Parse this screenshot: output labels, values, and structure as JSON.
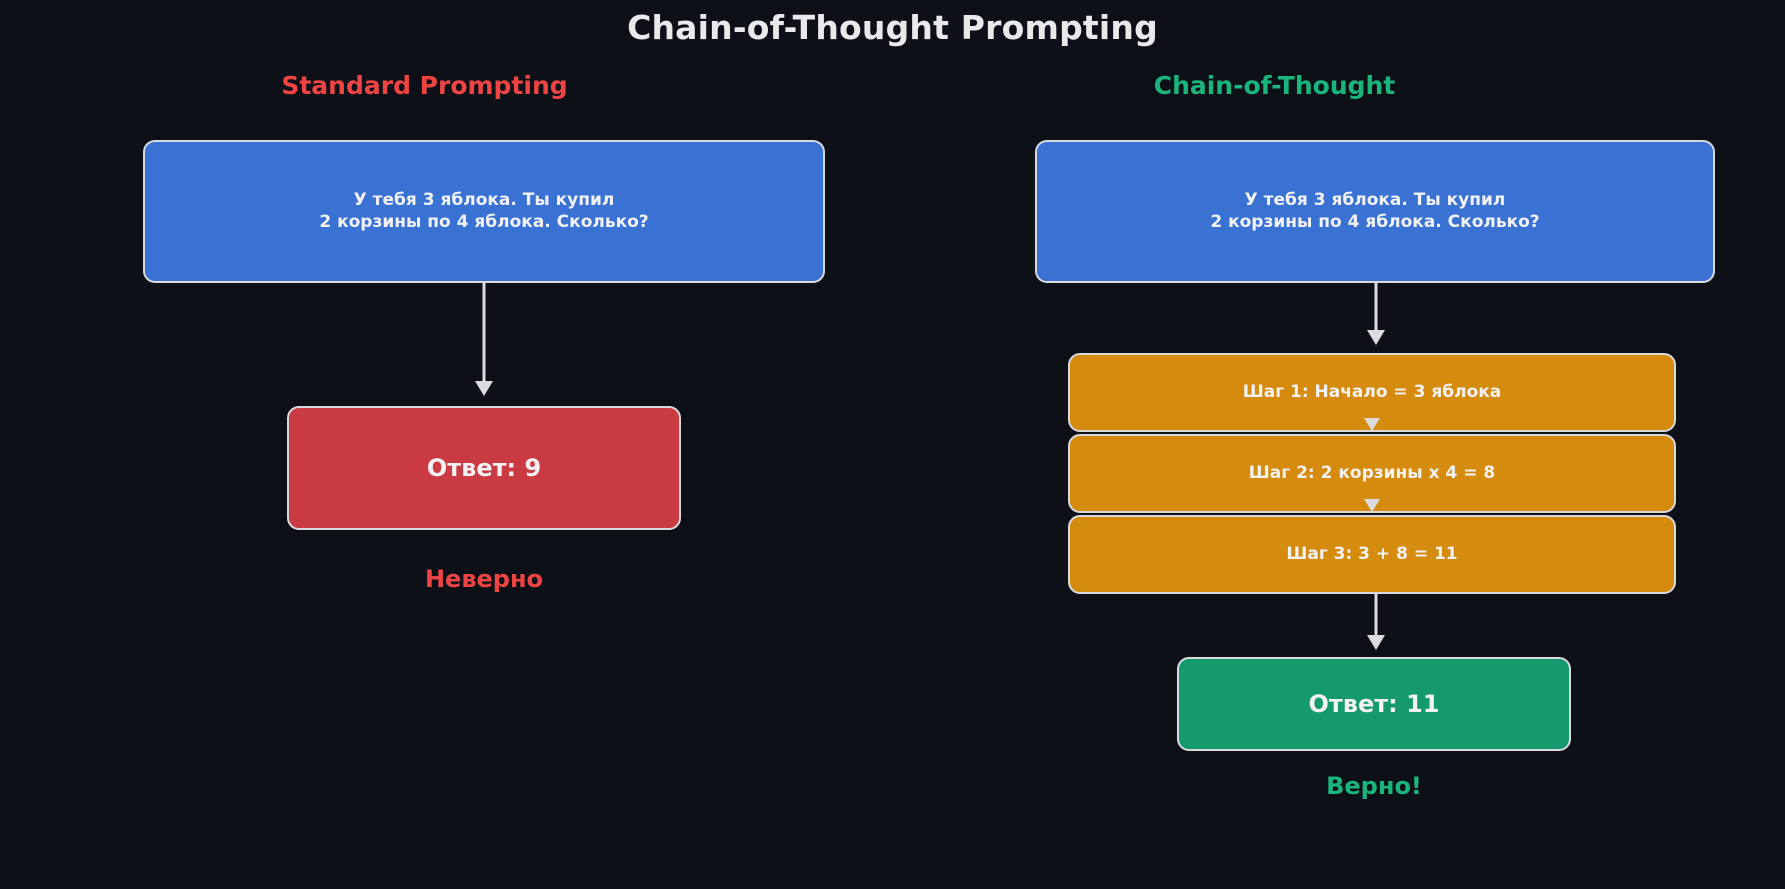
{
  "title": "Chain-of-Thought Prompting",
  "columns": {
    "left": {
      "heading": "Standard Prompting",
      "heading_color": "#ef4444",
      "prompt": "У тебя 3 яблока. Ты купил\n2 корзины по 4 яблока. Сколько?",
      "prompt_line_1": "У тебя 3 яблока. Ты купил",
      "prompt_line_2": "2 корзины по 4 яблока. Сколько?",
      "prompt_color": "#3a72d3",
      "answer": "Ответ: 9",
      "answer_color": "#ca3a42",
      "verdict": "Неверно",
      "verdict_color": "#ef4444"
    },
    "right": {
      "heading": "Chain-of-Thought",
      "heading_color": "#19b57d",
      "prompt": "У тебя 3 яблока. Ты купил\n2 корзины по 4 яблока. Сколько?",
      "prompt_line_1": "У тебя 3 яблока. Ты купил",
      "prompt_line_2": "2 корзины по 4 яблока. Сколько?",
      "prompt_color": "#3a72d3",
      "steps": [
        {
          "label": "Шаг 1: Начало = 3 яблока"
        },
        {
          "label": "Шаг 2: 2 корзины x 4 = 8"
        },
        {
          "label": "Шаг 3: 3 + 8 = 11"
        }
      ],
      "step_color": "#d48b0e",
      "answer": "Ответ: 11",
      "answer_color": "#159a6c",
      "verdict": "Верно!",
      "verdict_color": "#19b57d"
    }
  },
  "background_color": "#0d1017",
  "border_color": "#d9d9dd",
  "arrow_color": "#dcdcdf"
}
